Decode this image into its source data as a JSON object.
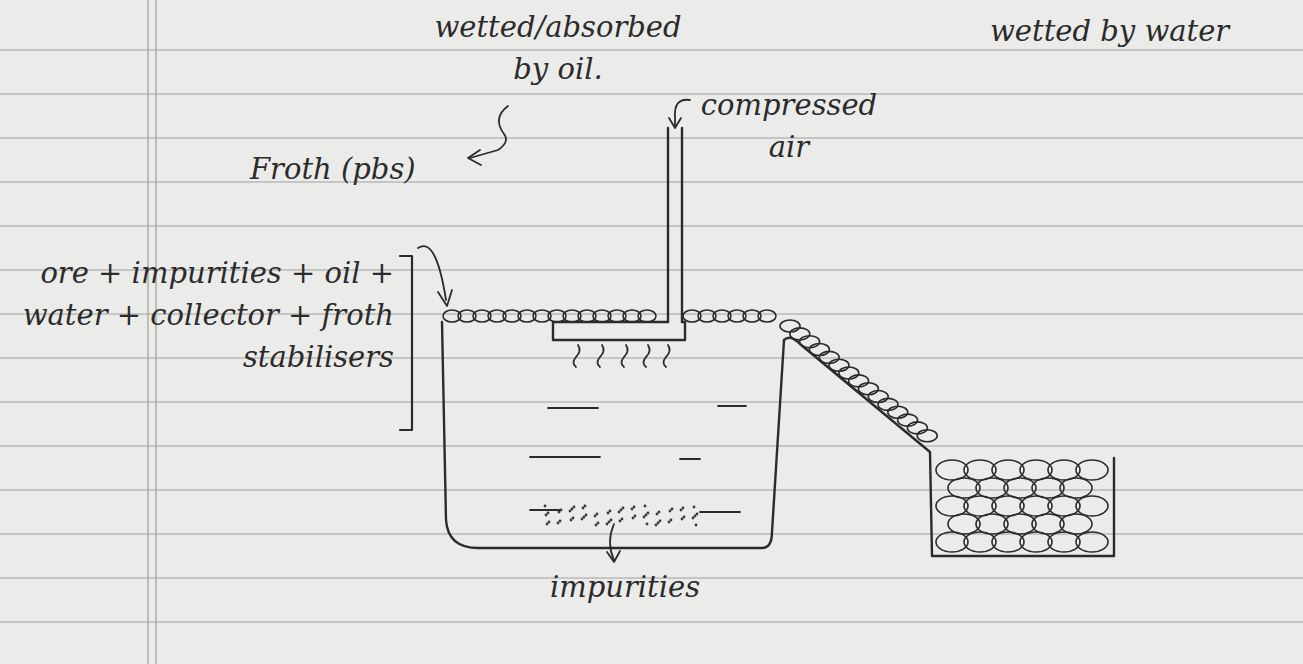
{
  "diagram": {
    "labels": [
      "wetted/absorbed by oil.",
      "wetted by water",
      "Froth (pbs)",
      "compressed air",
      "ore + impurities + oil + water + collector + froth stabilisers",
      "impurities"
    ]
  }
}
